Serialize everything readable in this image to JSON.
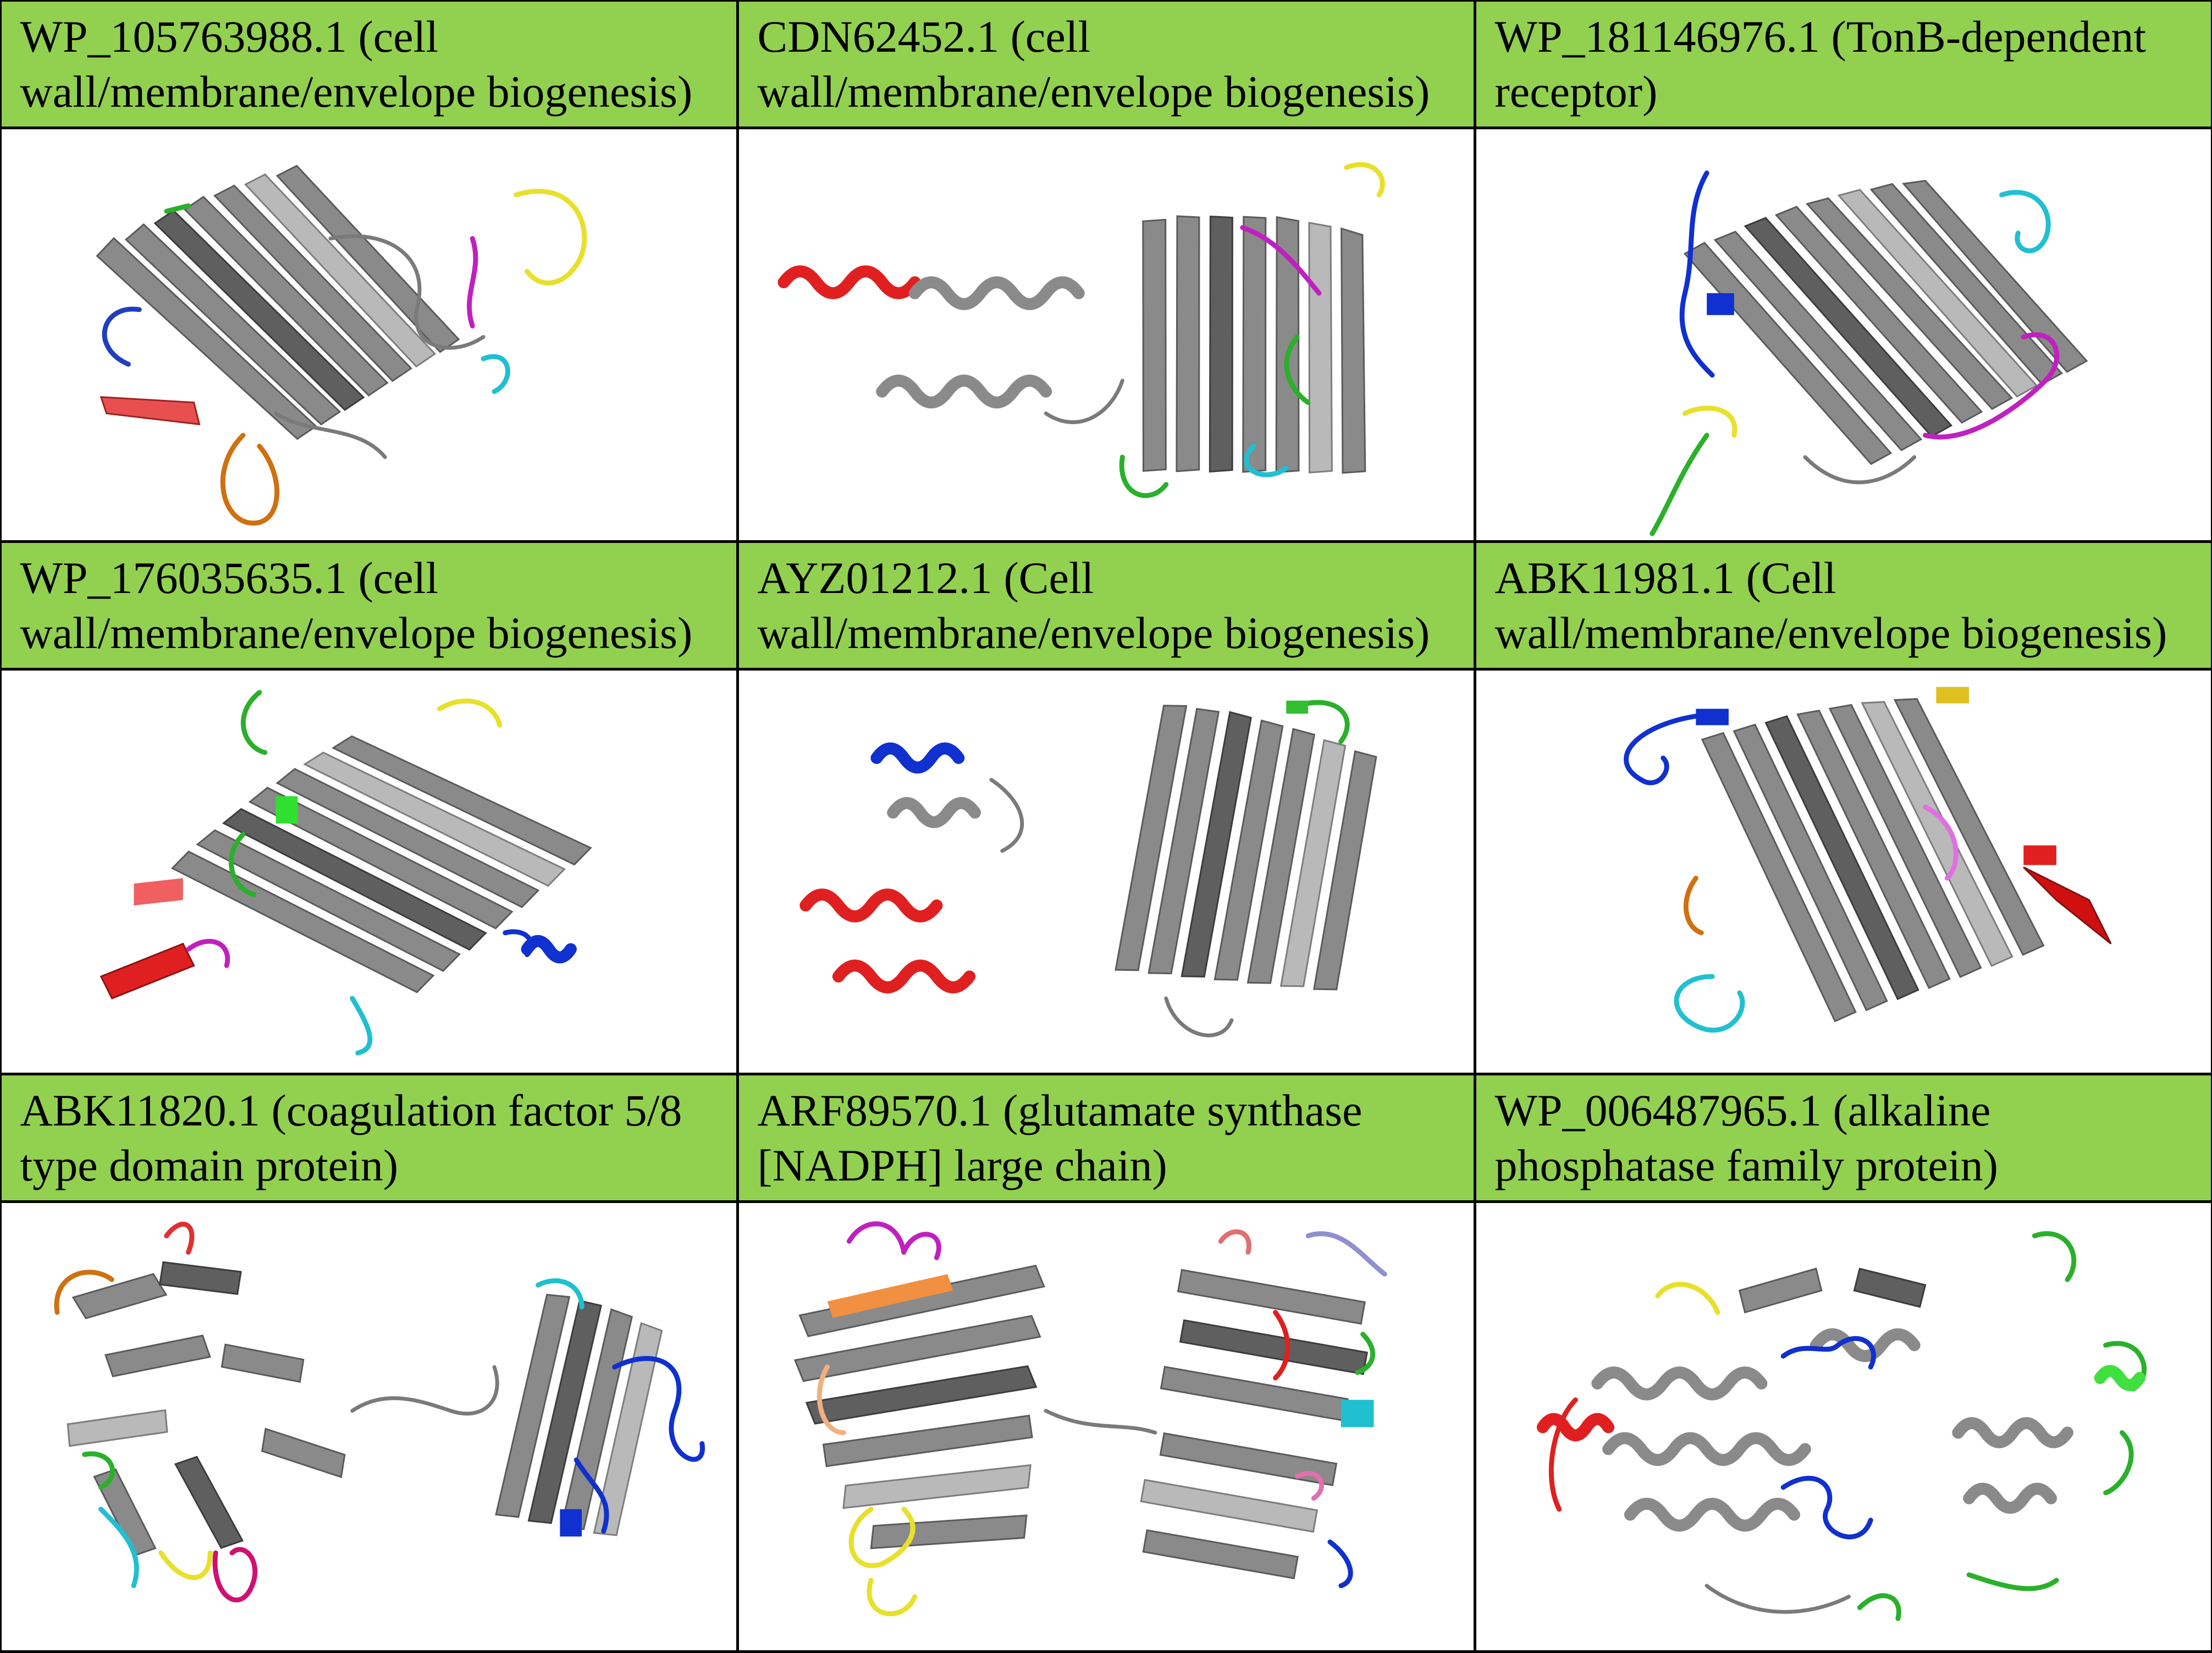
{
  "panels": [
    {
      "line1": "WP_105763988.1 (cell",
      "line2": "wall/membrane/envelope biogenesis)",
      "highlight_colors": [
        "#1f3fbf",
        "#2ab02a",
        "#e8e02a",
        "#c020c0",
        "#20c0d0",
        "#e03030",
        "#d07010"
      ]
    },
    {
      "line1": "CDN62452.1 (cell",
      "line2": "wall/membrane/envelope biogenesis)",
      "highlight_colors": [
        "#e02020",
        "#e8e02a",
        "#c020c0",
        "#2ab02a",
        "#20c0d0"
      ]
    },
    {
      "line1": "WP_181146976.1 (TonB-dependent",
      "line2": "receptor)",
      "highlight_colors": [
        "#1030d0",
        "#20c0d0",
        "#c020c0",
        "#e8e02a",
        "#2ab02a",
        "#e07070",
        "#d07010"
      ]
    },
    {
      "line1": "WP_176035635.1 (cell",
      "line2": "wall/membrane/envelope biogenesis)",
      "highlight_colors": [
        "#2ab02a",
        "#e8e02a",
        "#e02020",
        "#c020c0",
        "#1030d0",
        "#20c0d0",
        "#d07010"
      ]
    },
    {
      "line1": "AYZ01212.1 (Cell",
      "line2": "wall/membrane/envelope biogenesis)",
      "highlight_colors": [
        "#1030d0",
        "#e02020",
        "#2ab02a"
      ]
    },
    {
      "line1": "ABK11981.1 (Cell",
      "line2": "wall/membrane/envelope biogenesis)",
      "highlight_colors": [
        "#1030d0",
        "#e8e02a",
        "#e02020",
        "#e070e0",
        "#20c0d0",
        "#d07010"
      ]
    },
    {
      "line1": "ABK11820.1 (coagulation factor 5/8",
      "line2": "type domain protein)",
      "highlight_colors": [
        "#e03030",
        "#d07010",
        "#2ab02a",
        "#20c0d0",
        "#e8e02a",
        "#d01070",
        "#1030d0"
      ]
    },
    {
      "line1": "ARF89570.1 (glutamate synthase",
      "line2": "[NADPH] large chain)",
      "highlight_colors": [
        "#c020c0",
        "#f09040",
        "#e8e02a",
        "#e07070",
        "#9090d0",
        "#e02020",
        "#20c0d0",
        "#e070b0",
        "#1030d0",
        "#2ab02a"
      ]
    },
    {
      "line1": "WP_006487965.1 (alkaline",
      "line2": "phosphatase family protein)",
      "highlight_colors": [
        "#2ab02a",
        "#e8e02a",
        "#1030d0",
        "#e02020",
        "#40e040"
      ]
    }
  ]
}
